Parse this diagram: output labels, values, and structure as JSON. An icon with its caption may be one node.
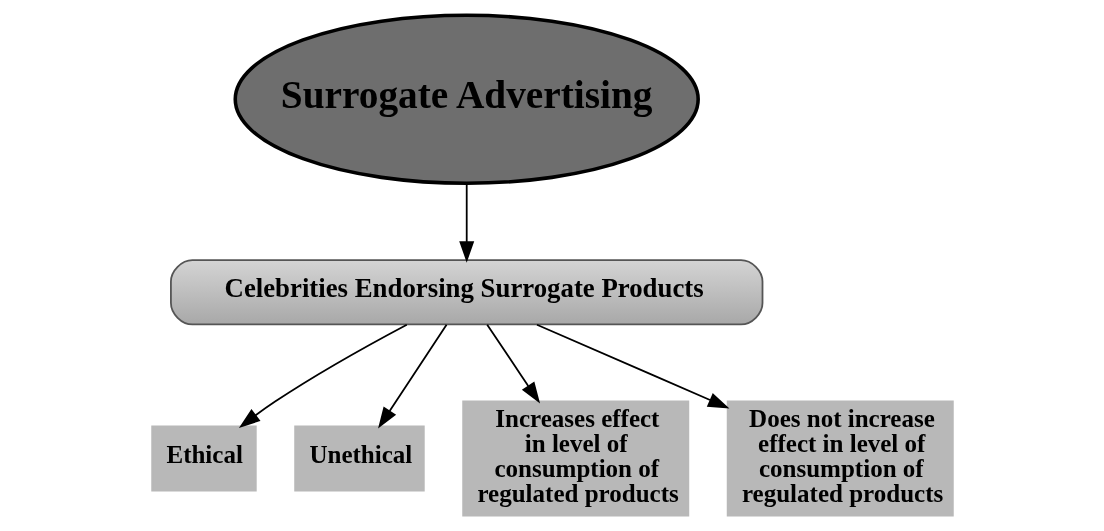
{
  "diagram": {
    "nodes": [
      {
        "text": [
          "Surrogate Advertising"
        ]
      },
      {
        "text": [
          "Celebrities Endorsing Surrogate Products"
        ]
      },
      {
        "text": [
          "Ethical"
        ]
      },
      {
        "text": [
          "Unethical"
        ]
      },
      {
        "text": [
          "Increases effect in level of consumption of regulated products"
        ]
      },
      {
        "text": [
          "Does not increase effect in level of consumption of regulated products"
        ]
      }
    ],
    "edges": [
      {
        "from": 0,
        "to": 1,
        "arrow": "to"
      },
      {
        "from": 1,
        "to": 2,
        "arrow": "to"
      },
      {
        "from": 1,
        "to": 3,
        "arrow": "to"
      },
      {
        "from": 1,
        "to": 4,
        "arrow": "to"
      },
      {
        "from": 1,
        "to": 5,
        "arrow": "to"
      }
    ]
  }
}
